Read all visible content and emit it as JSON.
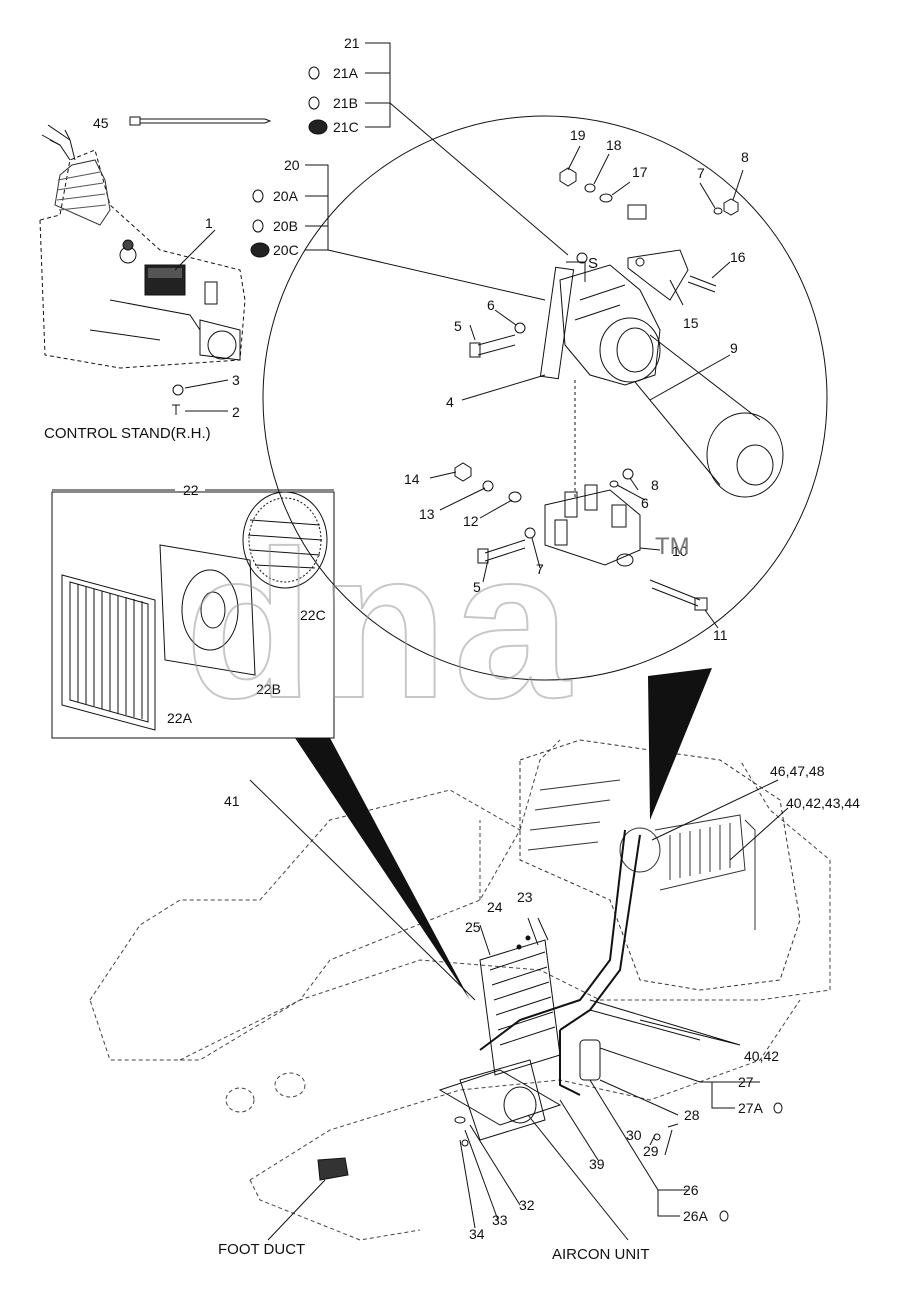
{
  "captions": {
    "control_stand": "CONTROL STAND(R.H.)",
    "foot_duct": "FOOT DUCT",
    "aircon_unit": "AIRCON UNIT",
    "compressor_s": "S"
  },
  "callouts": {
    "c1": "1",
    "c2": "2",
    "c3": "3",
    "c4": "4",
    "c5a": "5",
    "c5b": "5",
    "c6a": "6",
    "c6b": "6",
    "c7a": "7",
    "c7b": "7",
    "c8a": "8",
    "c8b": "8",
    "c9": "9",
    "c10": "10",
    "c11": "11",
    "c12": "12",
    "c13": "13",
    "c14": "14",
    "c15": "15",
    "c16": "16",
    "c17": "17",
    "c18": "18",
    "c19": "19",
    "c20": "20",
    "c20a": "20A",
    "c20b": "20B",
    "c20c": "20C",
    "c21": "21",
    "c21a": "21A",
    "c21b": "21B",
    "c21c": "21C",
    "c22": "22",
    "c22a": "22A",
    "c22b": "22B",
    "c22c": "22C",
    "c23": "23",
    "c24": "24",
    "c25": "25",
    "c26": "26",
    "c26a": "26A",
    "c27": "27",
    "c27a": "27A",
    "c28": "28",
    "c29": "29",
    "c30": "30",
    "c32": "32",
    "c33": "33",
    "c34": "34",
    "c39": "39",
    "c41": "41",
    "c4042": "40,42",
    "c40424344": "40,42,43,44",
    "c464748": "46,47,48",
    "c45": "45"
  },
  "watermark": {
    "text": "dna",
    "tm": "TM",
    "color": "#9a9a9a"
  },
  "colors": {
    "line": "#111111",
    "bg": "#ffffff"
  }
}
